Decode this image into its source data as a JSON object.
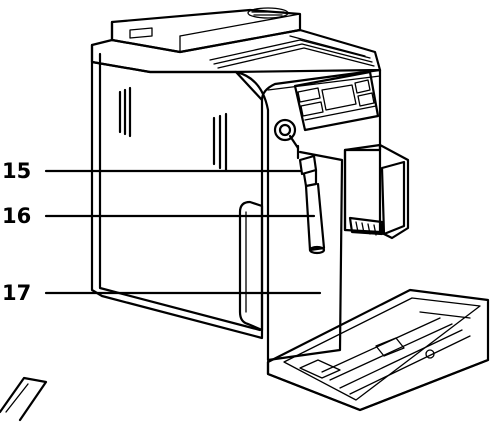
{
  "figure": {
    "subject": "espresso-machine-line-drawing",
    "callouts": [
      {
        "id": "c15",
        "number": "15",
        "part": "steam-wand-nozzle"
      },
      {
        "id": "c16",
        "number": "16",
        "part": "steam-wand-tube"
      },
      {
        "id": "c17",
        "number": "17",
        "part": "machine-body"
      }
    ]
  },
  "colors": {
    "line": "#000000",
    "background": "#ffffff",
    "panel_fill": "#f2f2f2",
    "accent_fill": "#d9d9d9"
  }
}
